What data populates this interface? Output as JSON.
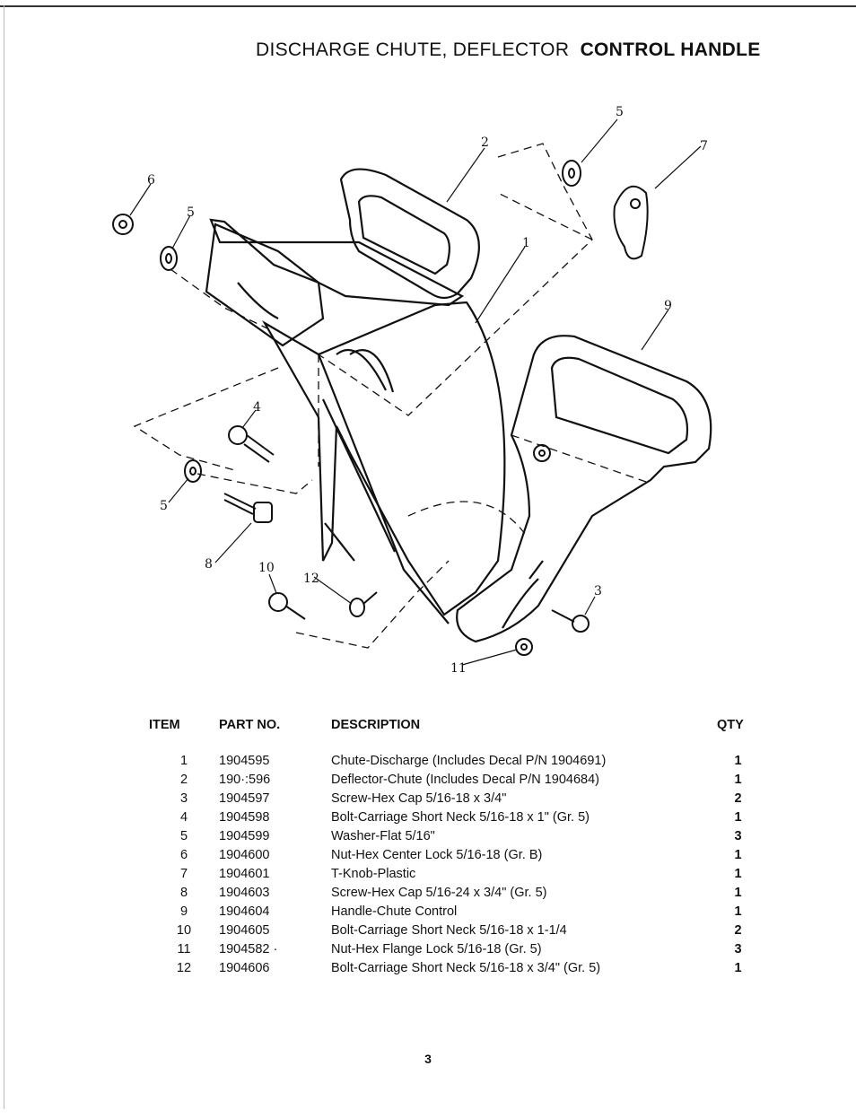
{
  "title": {
    "part1": "DISCHARGE CHUTE, DEFLECTOR",
    "part2": "CONTROL HANDLE"
  },
  "callouts": [
    "1",
    "2",
    "3",
    "4",
    "5",
    "5",
    "5",
    "6",
    "7",
    "8",
    "9",
    "10",
    "11",
    "12"
  ],
  "table": {
    "headers": [
      "ITEM",
      "PART NO.",
      "DESCRIPTION",
      "QTY"
    ],
    "rows": [
      {
        "item": "1",
        "part": "1904595",
        "desc": "Chute-Discharge (Includes Decal P/N 1904691)",
        "qty": "1"
      },
      {
        "item": "2",
        "part": "190·:596",
        "desc": "Deflector-Chute (Includes Decal P/N 1904684)",
        "qty": "1"
      },
      {
        "item": "3",
        "part": "1904597",
        "desc": "Screw-Hex Cap 5/16-18 x 3/4\"",
        "qty": "2"
      },
      {
        "item": "4",
        "part": "1904598",
        "desc": "Bolt-Carriage Short Neck 5/16-18 x 1\" (Gr. 5)",
        "qty": "1"
      },
      {
        "item": "5",
        "part": "1904599",
        "desc": "Washer-Flat 5/16\"",
        "qty": "3"
      },
      {
        "item": "6",
        "part": "1904600",
        "desc": "Nut-Hex Center Lock 5/16-18 (Gr. B)",
        "qty": "1"
      },
      {
        "item": "7",
        "part": "1904601",
        "desc": "T-Knob-Plastic",
        "qty": "1"
      },
      {
        "item": "8",
        "part": "1904603",
        "desc": "Screw-Hex Cap 5/16-24 x 3/4\" (Gr. 5)",
        "qty": "1"
      },
      {
        "item": "9",
        "part": "1904604",
        "desc": "Handle-Chute Control",
        "qty": "1"
      },
      {
        "item": "10",
        "part": "1904605",
        "desc": "Bolt-Carriage Short Neck 5/16-18 x 1-1/4",
        "qty": "2"
      },
      {
        "item": "11",
        "part": "1904582 ·",
        "desc": "Nut-Hex Flange Lock 5/16-18 (Gr. 5)",
        "qty": "3"
      },
      {
        "item": "12",
        "part": "1904606",
        "desc": "Bolt-Carriage Short Neck 5/16-18 x 3/4\" (Gr. 5)",
        "qty": "1"
      }
    ]
  },
  "page_number": "3"
}
